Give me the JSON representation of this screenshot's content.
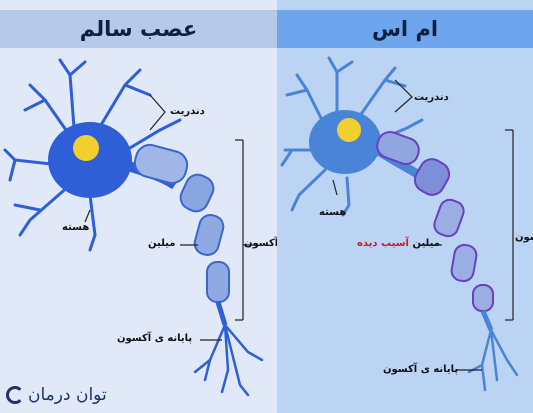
{
  "panels": {
    "healthy": {
      "title": "عصب سالم",
      "labels": {
        "dendrite": "دندریت",
        "nucleus": "هسته",
        "myelin": "میلین",
        "axon": "آکسون",
        "axon_terminal": "پایانه ی آکسون"
      }
    },
    "ms": {
      "title": "ام اس",
      "labels": {
        "dendrite": "دندریت",
        "nucleus": "هسته",
        "myelin": "میلین",
        "myelin_damage": "آسیب دیده",
        "axon": "آکسون",
        "axon_terminal": "پایانه ی آکسون"
      }
    }
  },
  "watermark": "توان درمان",
  "colors": {
    "neuron": "#2f5fd6",
    "nucleus": "#f2cf2c",
    "ms_neuron": "#4a84d8",
    "damage": "#d01822"
  }
}
